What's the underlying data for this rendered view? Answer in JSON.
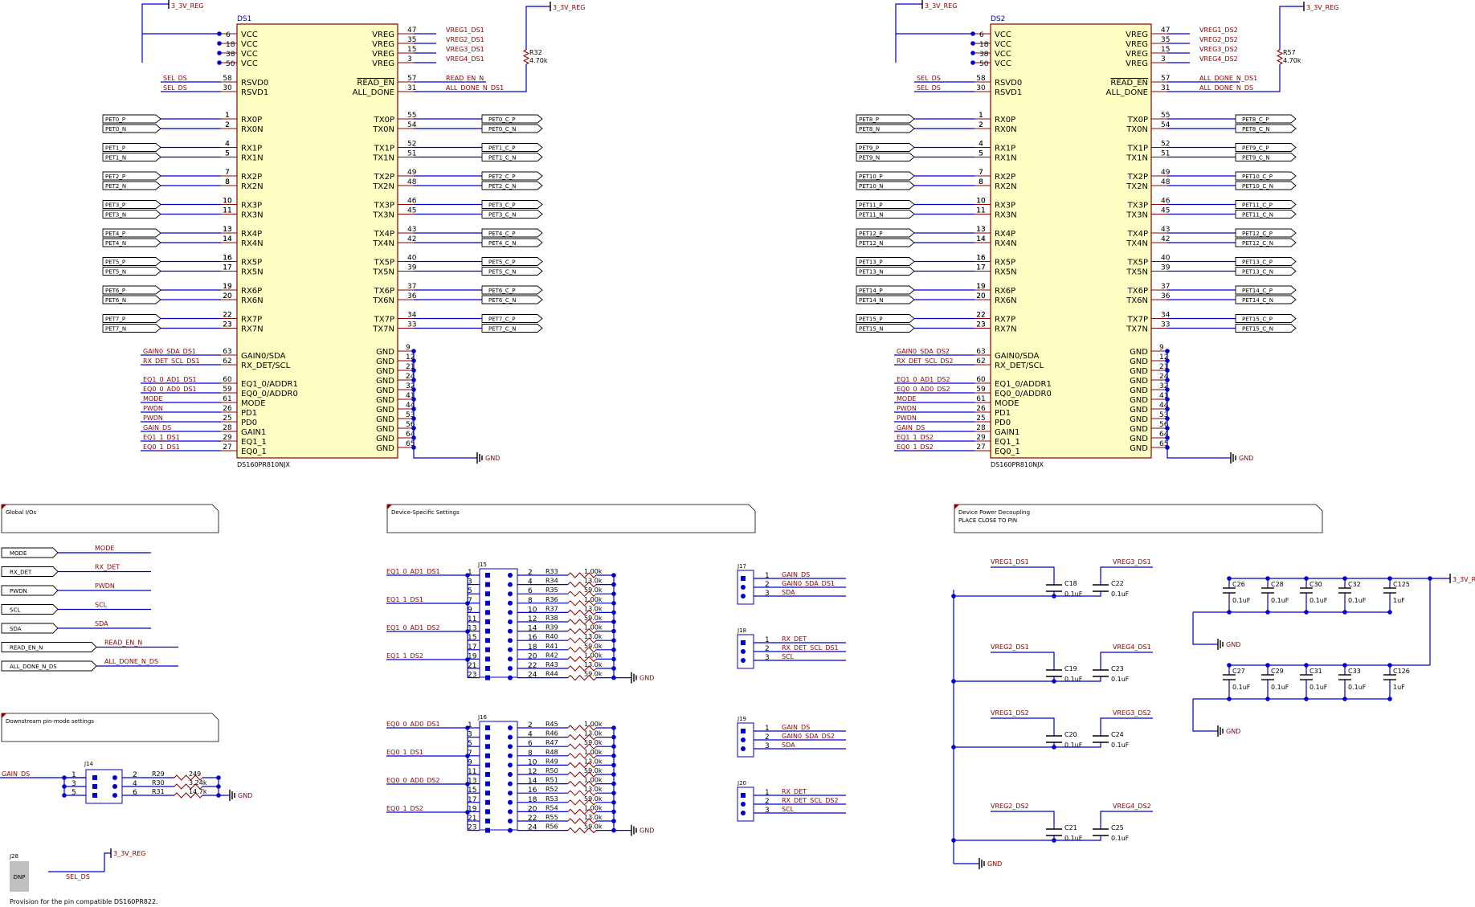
{
  "supply": "3_3V_REG",
  "gnd": "GND",
  "devices": [
    {
      "ref": "DS1",
      "part": "DS160PR810NJX",
      "vcc_pins": [
        "6",
        "18",
        "38",
        "50"
      ],
      "vreg": [
        {
          "pin": "47",
          "net": "VREG1_DS1"
        },
        {
          "pin": "35",
          "net": "VREG2_DS1"
        },
        {
          "pin": "15",
          "net": "VREG3_DS1"
        },
        {
          "pin": "3",
          "net": "VREG4_DS1"
        }
      ],
      "rsvd": [
        {
          "name": "RSVD0",
          "pin": "58",
          "net": "SEL_DS"
        },
        {
          "name": "RSVD1",
          "pin": "30",
          "net": "SEL_DS"
        }
      ],
      "pullup": {
        "ref": "R32",
        "value": "4.70k"
      },
      "readen": {
        "pin": "57",
        "net": "READ_EN_N"
      },
      "alldone": {
        "pin": "31",
        "net": "ALL_DONE_N_DS1"
      },
      "rx": [
        {
          "p": "PET0_P",
          "pp": "1",
          "n": "PET0_N",
          "np": "2"
        },
        {
          "p": "PET1_P",
          "pp": "4",
          "n": "PET1_N",
          "np": "5"
        },
        {
          "p": "PET2_P",
          "pp": "7",
          "n": "PET2_N",
          "np": "8"
        },
        {
          "p": "PET3_P",
          "pp": "10",
          "n": "PET3_N",
          "np": "11"
        },
        {
          "p": "PET4_P",
          "pp": "13",
          "n": "PET4_N",
          "np": "14"
        },
        {
          "p": "PET5_P",
          "pp": "16",
          "n": "PET5_N",
          "np": "17"
        },
        {
          "p": "PET6_P",
          "pp": "19",
          "n": "PET6_N",
          "np": "20"
        },
        {
          "p": "PET7_P",
          "pp": "22",
          "n": "PET7_N",
          "np": "23"
        }
      ],
      "tx": [
        {
          "p": "PET0_C_P",
          "pp": "55",
          "n": "PET0_C_N",
          "np": "54"
        },
        {
          "p": "PET1_C_P",
          "pp": "52",
          "n": "PET1_C_N",
          "np": "51"
        },
        {
          "p": "PET2_C_P",
          "pp": "49",
          "n": "PET2_C_N",
          "np": "48"
        },
        {
          "p": "PET3_C_P",
          "pp": "46",
          "n": "PET3_C_N",
          "np": "45"
        },
        {
          "p": "PET4_C_P",
          "pp": "43",
          "n": "PET4_C_N",
          "np": "42"
        },
        {
          "p": "PET5_C_P",
          "pp": "40",
          "n": "PET5_C_N",
          "np": "39"
        },
        {
          "p": "PET6_C_P",
          "pp": "37",
          "n": "PET6_C_N",
          "np": "36"
        },
        {
          "p": "PET7_C_P",
          "pp": "34",
          "n": "PET7_C_N",
          "np": "33"
        }
      ],
      "ctl": [
        {
          "name": "GAIN0/SDA",
          "pin": "63",
          "net": "GAIN0_SDA_DS1"
        },
        {
          "name": "RX_DET/SCL",
          "pin": "62",
          "net": "RX_DET_SCL_DS1"
        },
        {
          "name": "EQ1_0/ADDR1",
          "pin": "60",
          "net": "EQ1_0_AD1_DS1"
        },
        {
          "name": "EQ0_0/ADDR0",
          "pin": "59",
          "net": "EQ0_0_AD0_DS1"
        },
        {
          "name": "MODE",
          "pin": "61",
          "net": "MODE"
        },
        {
          "name": "PD1",
          "pin": "26",
          "net": "PWDN"
        },
        {
          "name": "PD0",
          "pin": "25",
          "net": "PWDN"
        },
        {
          "name": "GAIN1",
          "pin": "28",
          "net": "GAIN_DS"
        },
        {
          "name": "EQ1_1",
          "pin": "29",
          "net": "EQ1_1_DS1"
        },
        {
          "name": "EQ0_1",
          "pin": "27",
          "net": "EQ0_1_DS1"
        }
      ],
      "gnd_pins": [
        "9",
        "12",
        "21",
        "24",
        "32",
        "41",
        "44",
        "53",
        "56",
        "64",
        "65"
      ]
    },
    {
      "ref": "DS2",
      "part": "DS160PR810NJX",
      "vcc_pins": [
        "6",
        "18",
        "38",
        "50"
      ],
      "vreg": [
        {
          "pin": "47",
          "net": "VREG1_DS2"
        },
        {
          "pin": "35",
          "net": "VREG2_DS2"
        },
        {
          "pin": "15",
          "net": "VREG3_DS2"
        },
        {
          "pin": "3",
          "net": "VREG4_DS2"
        }
      ],
      "rsvd": [
        {
          "name": "RSVD0",
          "pin": "58",
          "net": "SEL_DS"
        },
        {
          "name": "RSVD1",
          "pin": "30",
          "net": "SEL_DS"
        }
      ],
      "pullup": {
        "ref": "R57",
        "value": "4.70k"
      },
      "readen": {
        "pin": "57",
        "net": "ALL_DONE_N_DS1"
      },
      "alldone": {
        "pin": "31",
        "net": "ALL_DONE_N_DS"
      },
      "rx": [
        {
          "p": "PET8_P",
          "pp": "1",
          "n": "PET8_N",
          "np": "2"
        },
        {
          "p": "PET9_P",
          "pp": "4",
          "n": "PET9_N",
          "np": "5"
        },
        {
          "p": "PET10_P",
          "pp": "7",
          "n": "PET10_N",
          "np": "8"
        },
        {
          "p": "PET11_P",
          "pp": "10",
          "n": "PET11_N",
          "np": "11"
        },
        {
          "p": "PET12_P",
          "pp": "13",
          "n": "PET12_N",
          "np": "14"
        },
        {
          "p": "PET13_P",
          "pp": "16",
          "n": "PET13_N",
          "np": "17"
        },
        {
          "p": "PET14_P",
          "pp": "19",
          "n": "PET14_N",
          "np": "20"
        },
        {
          "p": "PET15_P",
          "pp": "22",
          "n": "PET15_N",
          "np": "23"
        }
      ],
      "tx": [
        {
          "p": "PET8_C_P",
          "pp": "55",
          "n": "PET8_C_N",
          "np": "54"
        },
        {
          "p": "PET9_C_P",
          "pp": "52",
          "n": "PET9_C_N",
          "np": "51"
        },
        {
          "p": "PET10_C_P",
          "pp": "49",
          "n": "PET10_C_N",
          "np": "48"
        },
        {
          "p": "PET11_C_P",
          "pp": "46",
          "n": "PET11_C_N",
          "np": "45"
        },
        {
          "p": "PET12_C_P",
          "pp": "43",
          "n": "PET12_C_N",
          "np": "42"
        },
        {
          "p": "PET13_C_P",
          "pp": "40",
          "n": "PET13_C_N",
          "np": "39"
        },
        {
          "p": "PET14_C_P",
          "pp": "37",
          "n": "PET14_C_N",
          "np": "36"
        },
        {
          "p": "PET15_C_P",
          "pp": "34",
          "n": "PET15_C_N",
          "np": "33"
        }
      ],
      "ctl": [
        {
          "name": "GAIN0/SDA",
          "pin": "63",
          "net": "GAIN0_SDA_DS2"
        },
        {
          "name": "RX_DET/SCL",
          "pin": "62",
          "net": "RX_DET_SCL_DS2"
        },
        {
          "name": "EQ1_0/ADDR1",
          "pin": "60",
          "net": "EQ1_0_AD1_DS2"
        },
        {
          "name": "EQ0_0/ADDR0",
          "pin": "59",
          "net": "EQ0_0_AD0_DS2"
        },
        {
          "name": "MODE",
          "pin": "61",
          "net": "MODE"
        },
        {
          "name": "PD1",
          "pin": "26",
          "net": "PWDN"
        },
        {
          "name": "PD0",
          "pin": "25",
          "net": "PWDN"
        },
        {
          "name": "GAIN1",
          "pin": "28",
          "net": "GAIN_DS"
        },
        {
          "name": "EQ1_1",
          "pin": "29",
          "net": "EQ1_1_DS2"
        },
        {
          "name": "EQ0_1",
          "pin": "27",
          "net": "EQ0_1_DS2"
        }
      ],
      "gnd_pins": [
        "9",
        "12",
        "21",
        "24",
        "32",
        "41",
        "44",
        "53",
        "56",
        "64",
        "65"
      ]
    }
  ],
  "notes": {
    "global": "Global I/Os",
    "device": "Device-Specific Settings",
    "decoupling": "Device Power Decoupling",
    "decoupling_sub": "PLACE CLOSE TO PIN",
    "downstream": "Downstream pin-mode settings",
    "provision": "Provision for the pin compatible DS160PR822."
  },
  "global_ports": [
    {
      "port": "MODE",
      "net": "MODE"
    },
    {
      "port": "RX_DET",
      "net": "RX_DET"
    },
    {
      "port": "PWDN",
      "net": "PWDN"
    },
    {
      "port": "SCL",
      "net": "SCL"
    },
    {
      "port": "SDA",
      "net": "SDA"
    },
    {
      "port": "READ_EN_N",
      "net": "READ_EN_N"
    },
    {
      "port": "ALL_DONE_N_DS",
      "net": "ALL_DONE_N_DS"
    }
  ],
  "headers": [
    {
      "ref": "J15",
      "nets": [
        "EQ1_0_AD1_DS1",
        "EQ1_1_DS1",
        "EQ1_0_AD1_DS2",
        "EQ1_1_DS2"
      ],
      "rows": [
        {
          "a": "1",
          "b": "2",
          "r": "R33",
          "v": "1.00k"
        },
        {
          "a": "3",
          "b": "4",
          "r": "R34",
          "v": "13.0k"
        },
        {
          "a": "5",
          "b": "6",
          "r": "R35",
          "v": "59.0k"
        },
        {
          "a": "7",
          "b": "8",
          "r": "R36",
          "v": "1.00k"
        },
        {
          "a": "9",
          "b": "10",
          "r": "R37",
          "v": "13.0k"
        },
        {
          "a": "11",
          "b": "12",
          "r": "R38",
          "v": "59.0k"
        },
        {
          "a": "13",
          "b": "14",
          "r": "R39",
          "v": "1.00k"
        },
        {
          "a": "15",
          "b": "16",
          "r": "R40",
          "v": "13.0k"
        },
        {
          "a": "17",
          "b": "18",
          "r": "R41",
          "v": "59.0k"
        },
        {
          "a": "19",
          "b": "20",
          "r": "R42",
          "v": "1.00k"
        },
        {
          "a": "21",
          "b": "22",
          "r": "R43",
          "v": "13.0k"
        },
        {
          "a": "23",
          "b": "24",
          "r": "R44",
          "v": "59.0k"
        }
      ]
    },
    {
      "ref": "J16",
      "nets": [
        "EQ0_0_AD0_DS1",
        "EQ0_1_DS1",
        "EQ0_0_AD0_DS2",
        "EQ0_1_DS2"
      ],
      "rows": [
        {
          "a": "1",
          "b": "2",
          "r": "R45",
          "v": "1.00k"
        },
        {
          "a": "3",
          "b": "4",
          "r": "R46",
          "v": "13.0k"
        },
        {
          "a": "5",
          "b": "6",
          "r": "R47",
          "v": "59.0k"
        },
        {
          "a": "7",
          "b": "8",
          "r": "R48",
          "v": "1.00k"
        },
        {
          "a": "9",
          "b": "10",
          "r": "R49",
          "v": "13.0k"
        },
        {
          "a": "11",
          "b": "12",
          "r": "R50",
          "v": "59.0k"
        },
        {
          "a": "13",
          "b": "14",
          "r": "R51",
          "v": "1.00k"
        },
        {
          "a": "15",
          "b": "16",
          "r": "R52",
          "v": "13.0k"
        },
        {
          "a": "17",
          "b": "18",
          "r": "R53",
          "v": "59.0k"
        },
        {
          "a": "19",
          "b": "20",
          "r": "R54",
          "v": "1.00k"
        },
        {
          "a": "21",
          "b": "22",
          "r": "R55",
          "v": "13.0k"
        },
        {
          "a": "23",
          "b": "24",
          "r": "R56",
          "v": "59.0k"
        }
      ]
    }
  ],
  "sel_headers": [
    {
      "ref": "J17",
      "nets": [
        "GAIN_DS",
        "GAIN0_SDA_DS1",
        "SDA"
      ]
    },
    {
      "ref": "J18",
      "nets": [
        "RX_DET",
        "RX_DET_SCL_DS1",
        "SCL"
      ]
    },
    {
      "ref": "J19",
      "nets": [
        "GAIN_DS",
        "GAIN0_SDA_DS2",
        "SDA"
      ]
    },
    {
      "ref": "J20",
      "nets": [
        "RX_DET",
        "RX_DET_SCL_DS2",
        "SCL"
      ]
    }
  ],
  "j14": {
    "ref": "J14",
    "net": "GAIN_DS",
    "rows": [
      {
        "a": "1",
        "b": "2",
        "r": "R29",
        "v": "249"
      },
      {
        "a": "3",
        "b": "4",
        "r": "R30",
        "v": "3.24k"
      },
      {
        "a": "5",
        "b": "6",
        "r": "R31",
        "v": "14.7k"
      }
    ]
  },
  "j28": {
    "ref": "J28",
    "label": "DNP",
    "net": "SEL_DS"
  },
  "decoupling": {
    "pairs": [
      {
        "a": {
          "net": "VREG1_DS1",
          "ref": "C18"
        },
        "b": {
          "net": "VREG3_DS1",
          "ref": "C22"
        }
      },
      {
        "a": {
          "net": "VREG2_DS1",
          "ref": "C19"
        },
        "b": {
          "net": "VREG4_DS1",
          "ref": "C23"
        }
      },
      {
        "a": {
          "net": "VREG1_DS2",
          "ref": "C20"
        },
        "b": {
          "net": "VREG3_DS2",
          "ref": "C24"
        }
      },
      {
        "a": {
          "net": "VREG2_DS2",
          "ref": "C21"
        },
        "b": {
          "net": "VREG4_DS2",
          "ref": "C25"
        }
      }
    ],
    "cap_value": "0.1uF",
    "bulk_rows": [
      {
        "caps": [
          "C26",
          "C28",
          "C30",
          "C32"
        ],
        "big": "C125"
      },
      {
        "caps": [
          "C27",
          "C29",
          "C31",
          "C33"
        ],
        "big": "C126"
      }
    ],
    "big_value": "1uF"
  }
}
